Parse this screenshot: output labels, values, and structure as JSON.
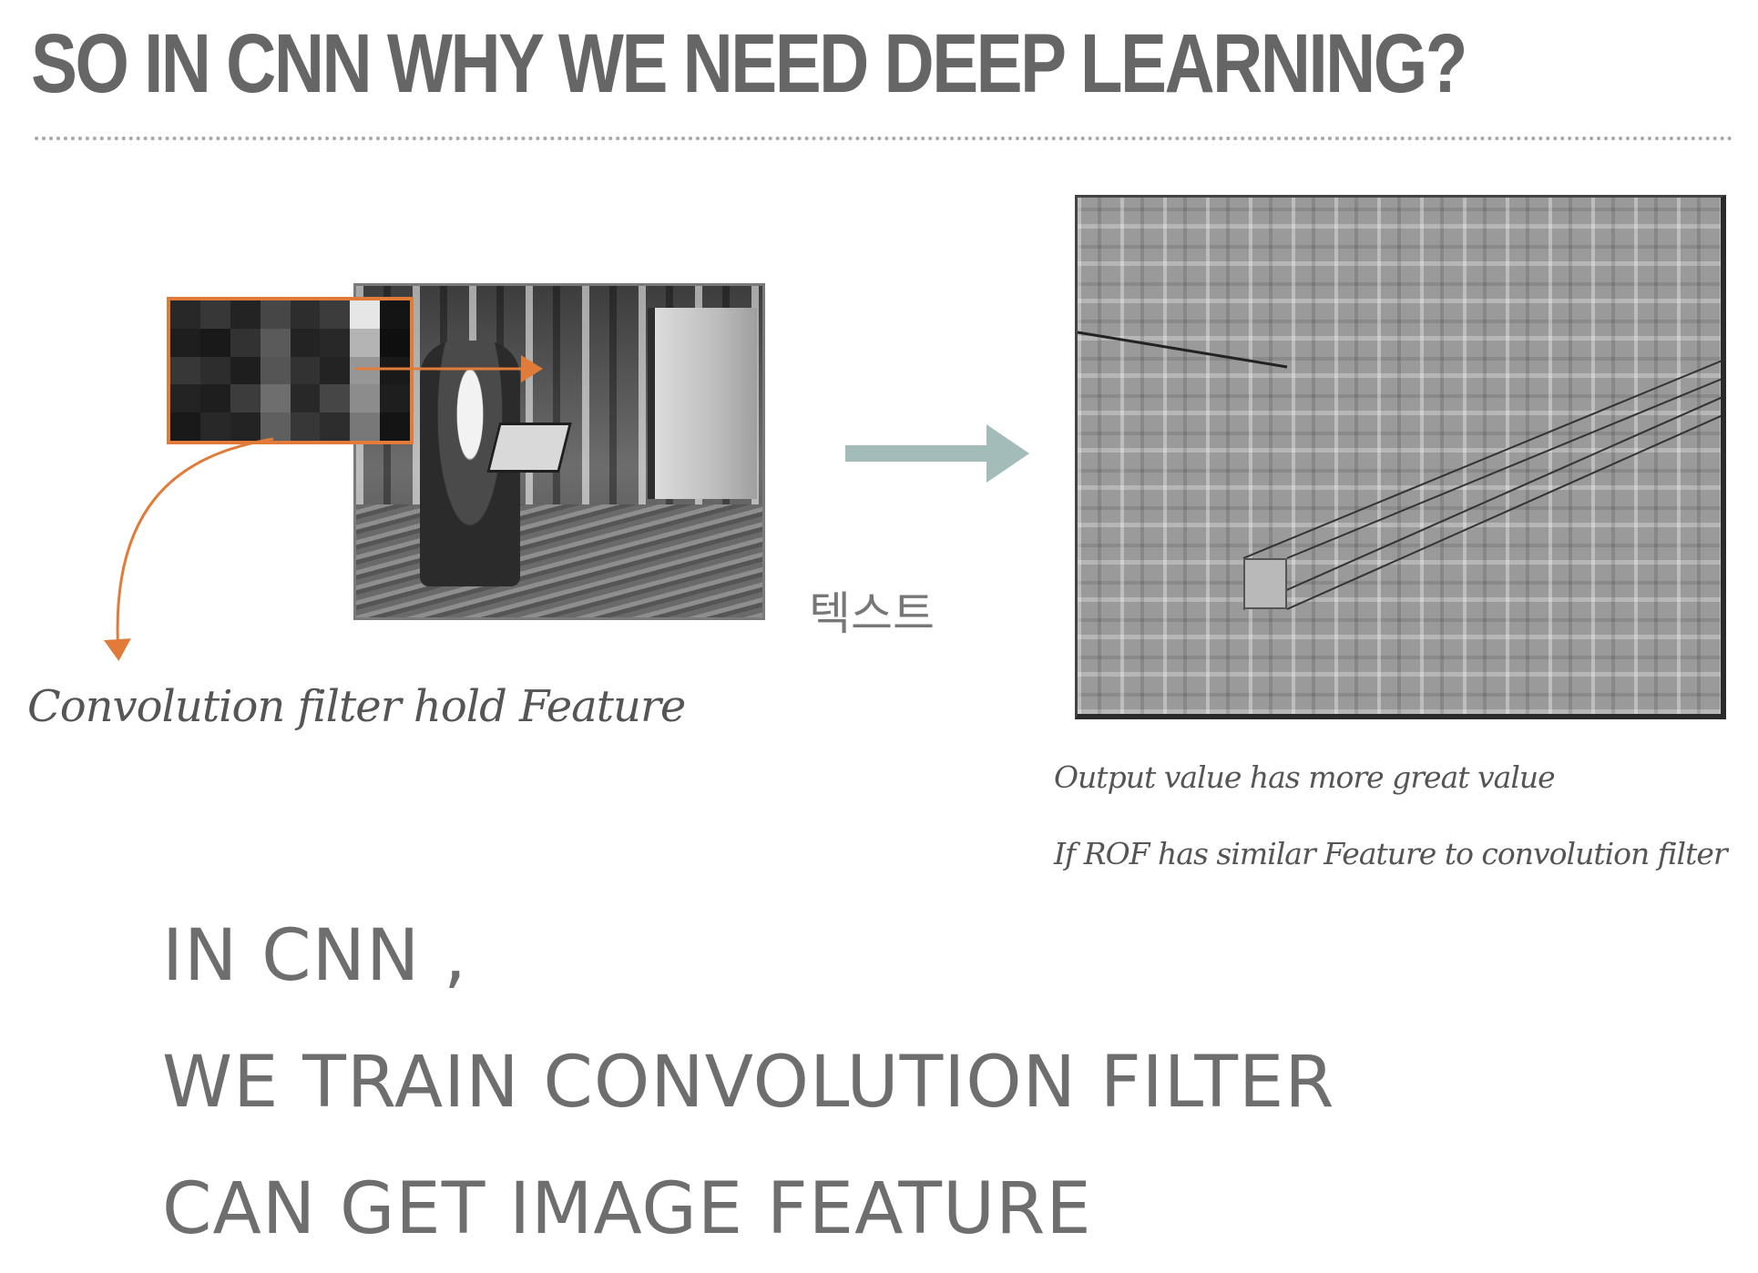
{
  "slide": {
    "title": "SO IN CNN WHY WE NEED DEEP LEARNING?",
    "filter_caption": "Convolution filter hold Feature",
    "korean_label": "텍스트",
    "output_caption": "Output value has more great value",
    "rof_caption": "If ROF has similar Feature to convolution filter",
    "bottom_lines": [
      "IN CNN ,",
      "WE TRAIN CONVOLUTION FILTER",
      "CAN GET IMAGE FEATURE"
    ]
  },
  "colors": {
    "title": "#666666",
    "filter_border": "#e07b39",
    "big_arrow": "#a3bcb9",
    "body_text": "#6e6e6e"
  },
  "filter_patch_grays": [
    [
      40,
      55,
      35,
      70,
      45,
      60,
      230,
      20
    ],
    [
      30,
      25,
      50,
      90,
      35,
      40,
      180,
      15
    ],
    [
      55,
      45,
      30,
      85,
      50,
      35,
      150,
      25
    ],
    [
      35,
      30,
      60,
      110,
      40,
      70,
      140,
      30
    ],
    [
      25,
      40,
      35,
      95,
      55,
      45,
      120,
      20
    ]
  ]
}
